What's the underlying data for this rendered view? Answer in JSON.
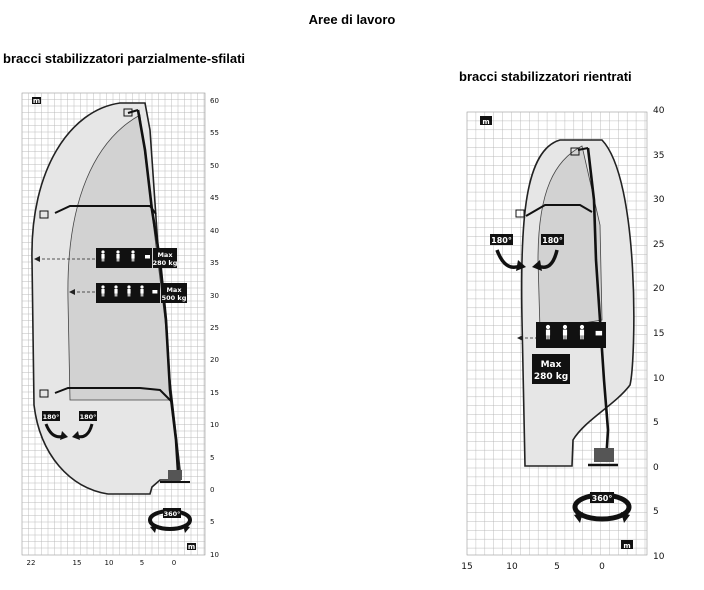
{
  "page_title": "Aree di lavoro",
  "left_diagram": {
    "title": "bracci stabilizzatori parzialmente-sfilati",
    "unit": "m",
    "unit_bottom": "m",
    "y_ticks": [
      "60",
      "55",
      "50",
      "45",
      "40",
      "35",
      "30",
      "25",
      "20",
      "15",
      "10",
      "5",
      "0",
      "5",
      "10"
    ],
    "x_ticks": [
      "22",
      "15",
      "10",
      "5",
      "0"
    ],
    "rotation_small_a": "180°",
    "rotation_small_b": "180°",
    "rotation_base": "360°",
    "load_1": {
      "label": "Max",
      "value": "280 kg"
    },
    "load_2": {
      "label": "Max",
      "value": "500 kg"
    }
  },
  "right_diagram": {
    "title": "bracci stabilizzatori rientrati",
    "unit": "m",
    "unit_bottom": "m",
    "y_ticks": [
      "40",
      "35",
      "30",
      "25",
      "20",
      "15",
      "10",
      "5",
      "0",
      "5",
      "10"
    ],
    "x_ticks": [
      "15",
      "10",
      "5",
      "0"
    ],
    "rotation_small_a": "180°",
    "rotation_small_b": "180°",
    "rotation_base": "360°",
    "load_1": {
      "label": "Max",
      "value": "280 kg"
    }
  }
}
